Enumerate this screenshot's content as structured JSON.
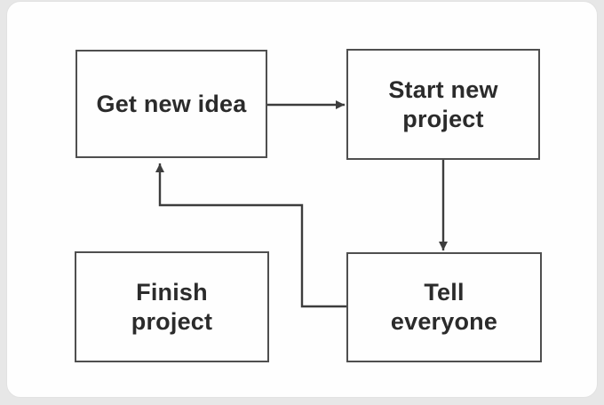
{
  "diagram": {
    "type": "flowchart",
    "nodes": [
      {
        "id": "get-new-idea",
        "label": "Get new idea"
      },
      {
        "id": "start-new-project",
        "label": "Start new\nproject"
      },
      {
        "id": "finish-project",
        "label": "Finish\nproject"
      },
      {
        "id": "tell-everyone",
        "label": "Tell\neveryone"
      }
    ],
    "edges": [
      {
        "from": "get-new-idea",
        "to": "start-new-project",
        "shape": "straight-right"
      },
      {
        "from": "start-new-project",
        "to": "tell-everyone",
        "shape": "straight-down"
      },
      {
        "from": "tell-everyone",
        "to": "get-new-idea",
        "shape": "elbow-left-up"
      }
    ],
    "unconnected_nodes": [
      "finish-project"
    ],
    "colors": {
      "page_background": "#e7e7e7",
      "card_background": "#fefefe",
      "box_border": "#4f4f4f",
      "arrow": "#3d3d3d",
      "text": "#2b2b2b"
    }
  }
}
